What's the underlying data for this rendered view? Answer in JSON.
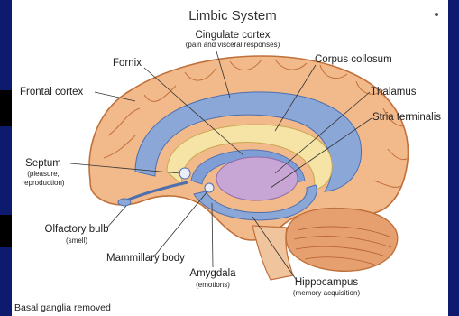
{
  "diagram": {
    "title": "Limbic System",
    "footer": "Basal ganglia removed",
    "labels": {
      "cingulate": "Cingulate cortex",
      "cingulate_note": "(pain and visceral responses)",
      "fornix": "Fornix",
      "corpus": "Corpus collosum",
      "frontal": "Frontal cortex",
      "thalamus": "Thalamus",
      "stria": "Stria terminalis",
      "septum": "Septum",
      "septum_note1": "(pleasure,",
      "septum_note2": "reproduction)",
      "olfactory": "Olfactory bulb",
      "olfactory_note": "(smell)",
      "mammillary": "Mammillary body",
      "amygdala": "Amygdala",
      "amygdala_note": "(emotions)",
      "hippocampus": "Hippocampus",
      "hippocampus_note": "(memory acquisition)"
    },
    "colors": {
      "cortex": "#f2b98a",
      "cortex_outline": "#c0703a",
      "limbic_blue": "#8aa7d8",
      "corpus_cream": "#f6e3a6",
      "thalamus_violet": "#c7a6d6",
      "cerebellum": "#e6a070",
      "slide_bg": "#0d1a6e"
    }
  }
}
